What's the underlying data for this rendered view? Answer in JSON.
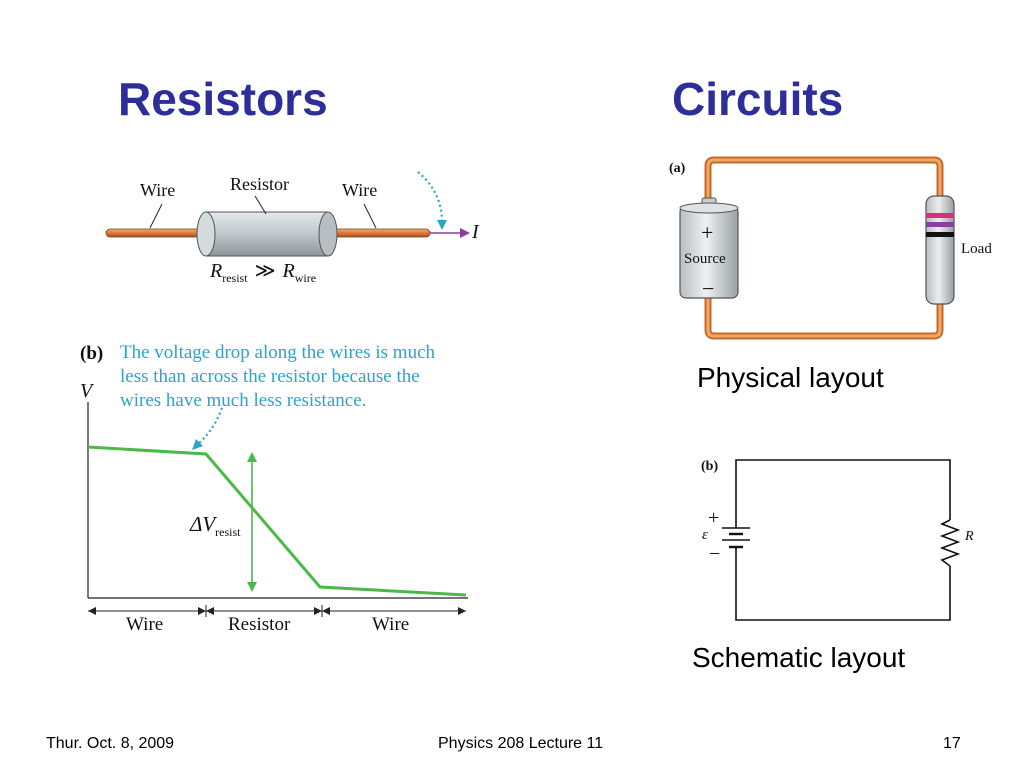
{
  "slide": {
    "title_left": "Resistors",
    "title_right": "Circuits"
  },
  "figure_top_left": {
    "wire_left_label": "Wire",
    "resistor_label": "Resistor",
    "wire_right_label": "Wire",
    "current_label": "I",
    "relation": {
      "R1": "R",
      "sub1": "resist",
      "op": "≫",
      "R2": "R",
      "sub2": "wire"
    }
  },
  "figure_bottom_left": {
    "panel_label": "(b)",
    "annotation_lines": [
      "The voltage drop along the wires is much",
      "less than across the resistor because the",
      "wires have much less resistance."
    ],
    "y_axis_label": "V",
    "delta_label": "ΔV",
    "delta_sub": "resist",
    "segments": [
      "Wire",
      "Resistor",
      "Wire"
    ]
  },
  "figure_physical": {
    "panel_label": "(a)",
    "plus": "+",
    "source_label": "Source",
    "minus": "−",
    "load_label": "Load",
    "caption": "Physical layout"
  },
  "figure_schematic": {
    "panel_label": "(b)",
    "plus": "+",
    "emf_label": "ε",
    "minus": "−",
    "resistor_label": "R",
    "caption": "Schematic layout"
  },
  "footer": {
    "date": "Thur. Oct. 8, 2009",
    "course": "Physics 208 Lecture 11",
    "page_number": "17"
  },
  "colors": {
    "title": "#2e2e9a",
    "wire_copper": "#e08a3c",
    "voltage_line": "#4cb848",
    "annotation_text": "#2ea3c8",
    "current_arrow": "#8a3ca0"
  }
}
